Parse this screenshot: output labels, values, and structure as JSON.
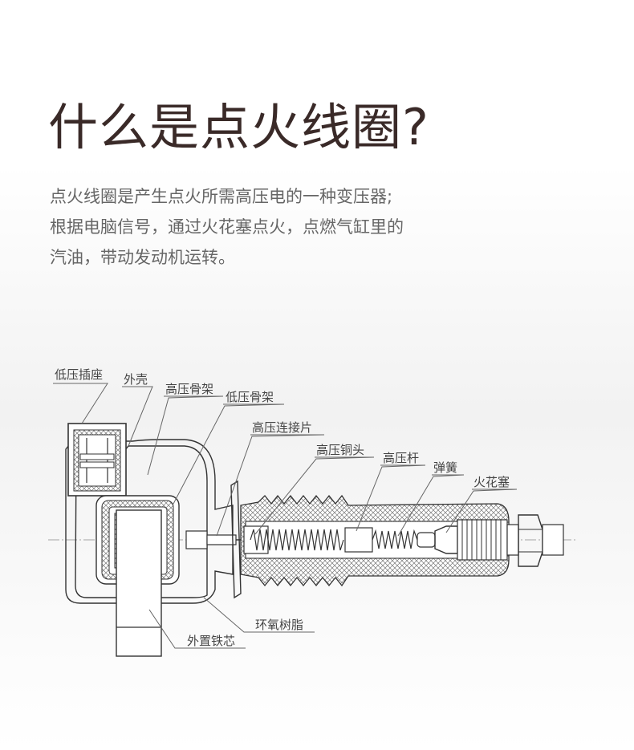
{
  "title": "什么是点火线圈?",
  "description": [
    "点火线圈是产生点火所需高压电的一种变压器;",
    "根据电脑信号，通过火花塞点火，点燃气缸里的",
    "汽油，带动发动机运转。"
  ],
  "labels": {
    "low_voltage_socket": "低压插座",
    "housing": "外壳",
    "hv_bobbin": "高压骨架",
    "lv_bobbin": "低压骨架",
    "hv_connector": "高压连接片",
    "hv_copper_head": "高压铜头",
    "hv_rod": "高压杆",
    "spring": "弹簧",
    "spark_plug": "火花塞",
    "epoxy": "环氧树脂",
    "external_core": "外置铁芯"
  }
}
